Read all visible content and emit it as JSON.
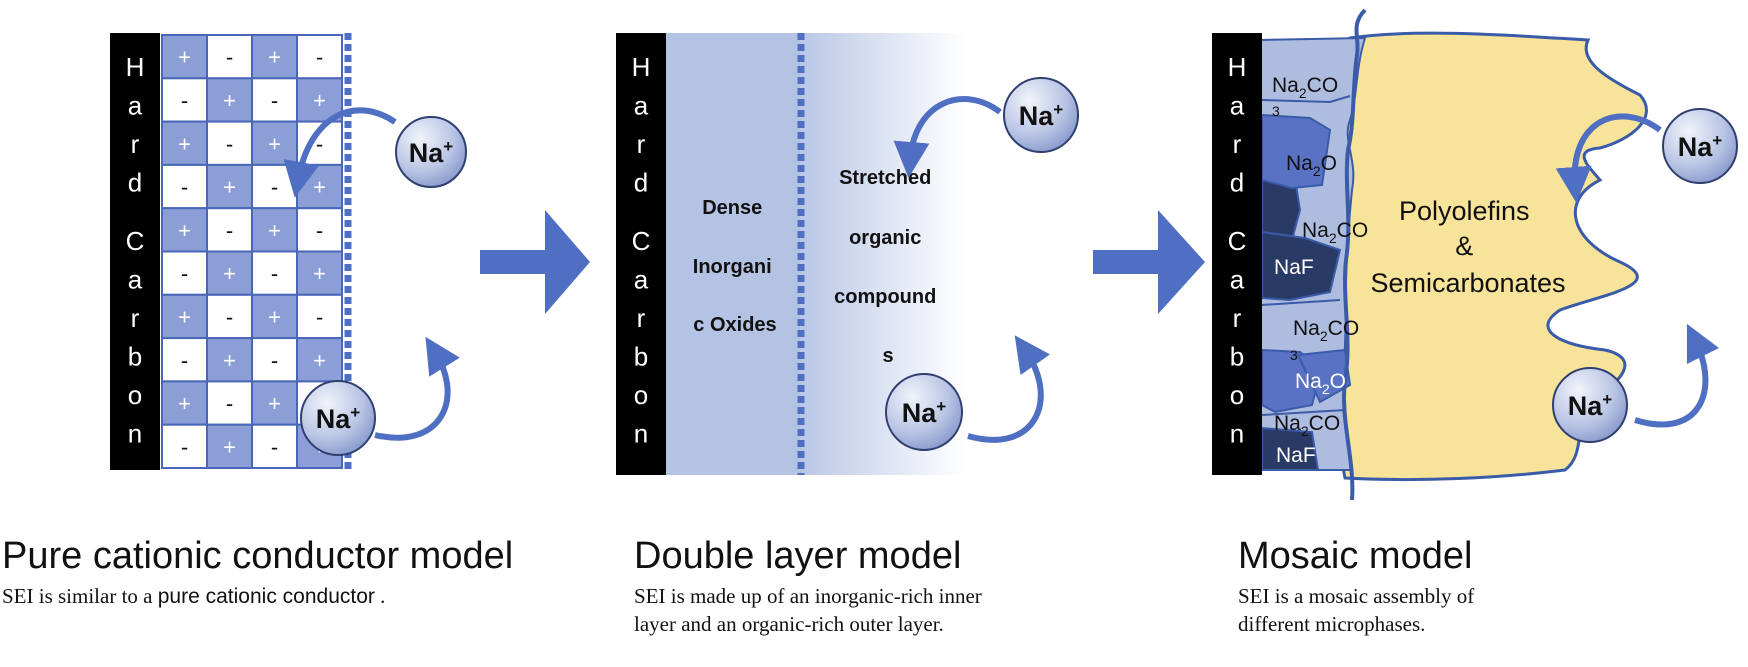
{
  "hard_carbon_letters": [
    "H",
    "a",
    "r",
    "d",
    "C",
    "a",
    "r",
    "b",
    "o",
    "n"
  ],
  "ion": {
    "base": "Na",
    "charge": "+"
  },
  "signs": {
    "plus": "+",
    "minus": "-"
  },
  "panel1": {
    "title": "Pure cationic conductor model",
    "desc_prefix": "SEI is similar to a ",
    "desc_highlight": "pure cationic conductor",
    "desc_suffix": " ."
  },
  "panel2": {
    "inner_label": [
      "Dense",
      "Inorgani",
      "c Oxides"
    ],
    "outer_label": [
      "Stretched",
      "organic",
      "compound",
      "s"
    ],
    "title": "Double layer model",
    "desc": "SEI is made up of an inorganic-rich inner layer and an organic-rich outer layer."
  },
  "panel3": {
    "outer_label": [
      "Polyolefins",
      "&",
      "Semicarbonates"
    ],
    "phase_na2co": "Na",
    "phase_na2co_sub": "2",
    "phase_na2co_tail": "CO",
    "phase_na2co_3": "3",
    "phase_na2o": "Na",
    "phase_na2o_sub": "2",
    "phase_na2o_tail": "O",
    "phase_naf": "NaF",
    "title": "Mosaic model",
    "desc": "SEI is a mosaic assembly of different microphases."
  },
  "colors": {
    "hard_carbon": "#000000",
    "cell_light": "#ffffff",
    "cell_dark": "#8c9ed6",
    "arrow": "#4f6fc2",
    "inner_layer": "#b4c2e4",
    "dotted": "#4f6fc2",
    "polyolefin": "#f7e39a",
    "mosaic_light": "#aebcdf",
    "mosaic_mid": "#5a72c4",
    "mosaic_dark": "#2a3a66",
    "outline": "#3a5ba8"
  }
}
